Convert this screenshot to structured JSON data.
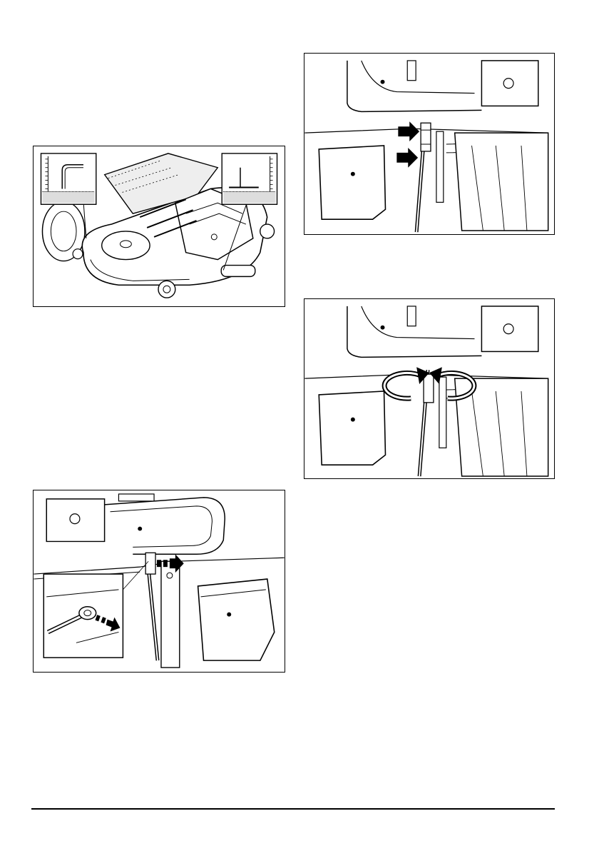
{
  "figures": [
    {
      "id": "deck-height-overview",
      "inset_count": 2
    },
    {
      "id": "rod-link-removal",
      "inset_count": 1
    },
    {
      "id": "nut-location",
      "arrows": 2
    },
    {
      "id": "nut-rotation",
      "rotation_arrows": 2
    }
  ]
}
